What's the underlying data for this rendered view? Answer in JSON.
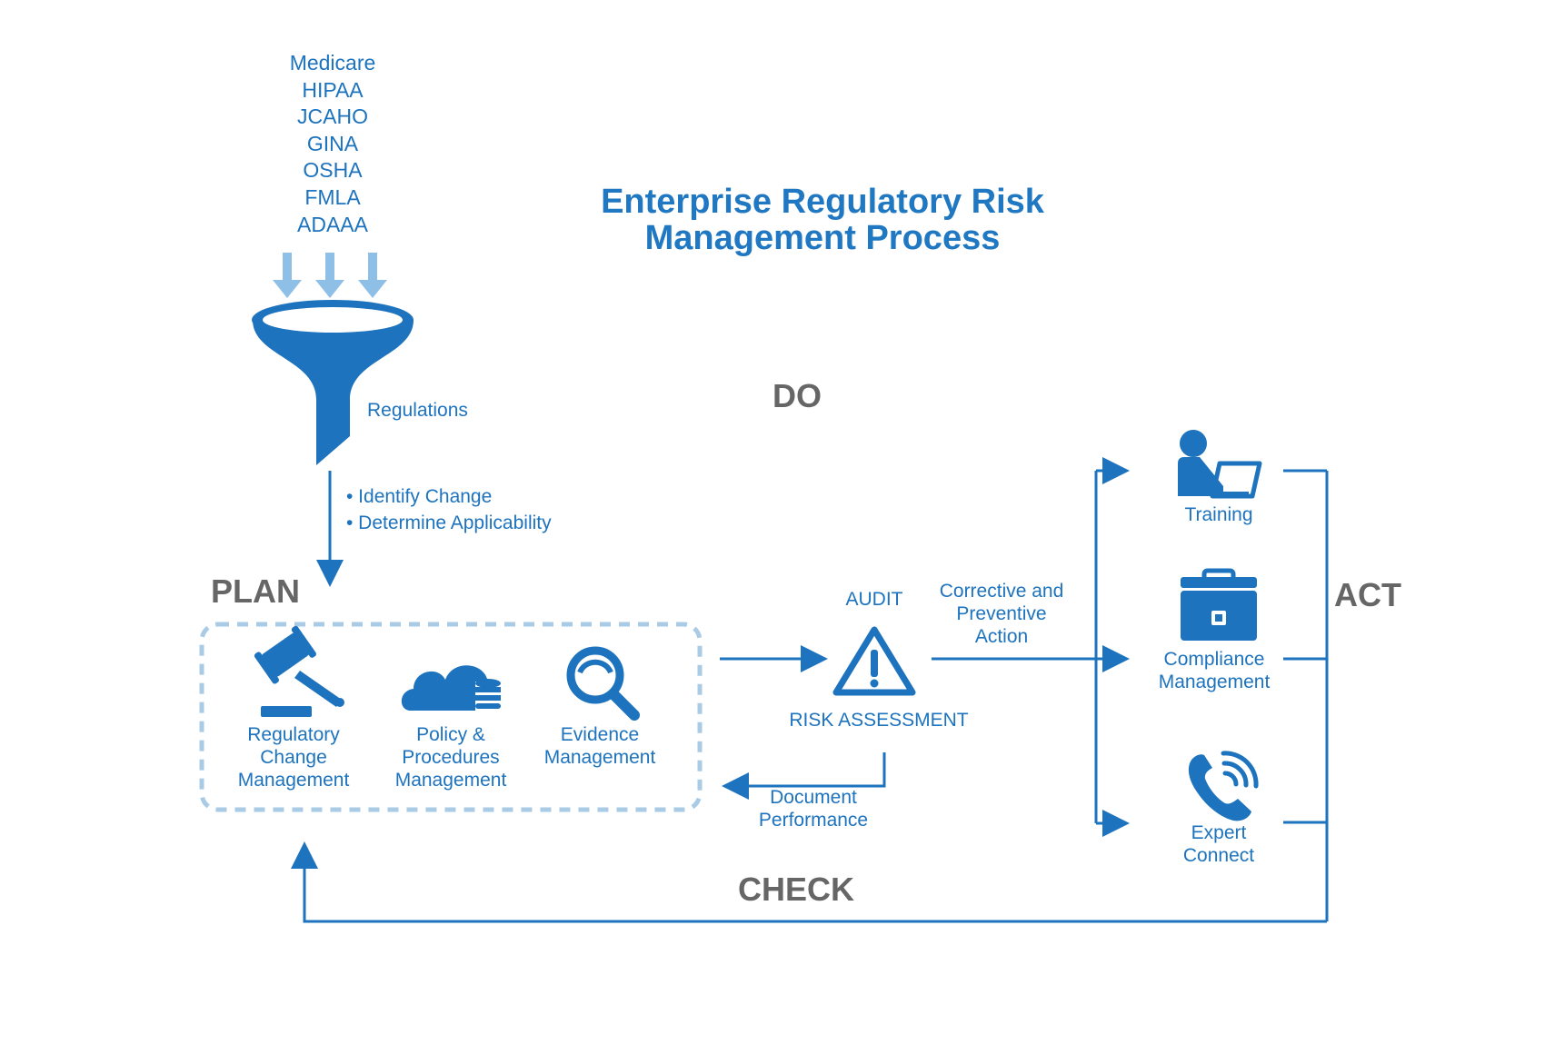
{
  "regulation_sources": [
    "Medicare",
    "HIPAA",
    "JCAHO",
    "GINA",
    "OSHA",
    "FMLA",
    "ADAAA"
  ],
  "title_lines": [
    "Enterprise Regulatory Risk",
    "Management Process"
  ],
  "funnel_label": "Regulations",
  "change_steps": [
    "• Identify Change",
    "• Determine Applicability"
  ],
  "phases": {
    "plan": "PLAN",
    "do": "DO",
    "check": "CHECK",
    "act": "ACT"
  },
  "plan_items": [
    {
      "icon": "gavel-icon",
      "label_lines": [
        "Regulatory",
        "Change",
        "Management"
      ]
    },
    {
      "icon": "cloud-database-icon",
      "label_lines": [
        "Policy &",
        "Procedures",
        "Management"
      ]
    },
    {
      "icon": "magnifier-icon",
      "label_lines": [
        "Evidence",
        "Management"
      ]
    }
  ],
  "audit": {
    "top_label": "AUDIT",
    "icon": "warning-icon",
    "bottom_label": "RISK ASSESSMENT"
  },
  "document_performance_lines": [
    "Document",
    "Performance"
  ],
  "corrective_action_lines": [
    "Corrective and",
    "Preventive",
    "Action"
  ],
  "act_items": [
    {
      "icon": "person-laptop-icon",
      "label_lines": [
        "Training"
      ]
    },
    {
      "icon": "briefcase-icon",
      "label_lines": [
        "Compliance",
        "Management"
      ]
    },
    {
      "icon": "phone-icon",
      "label_lines": [
        "Expert",
        "Connect"
      ]
    }
  ],
  "colors": {
    "primary": "#1d73bd",
    "light": "#8ebfe6",
    "dashed_box": "#a9cbe6",
    "phase_text": "#666666",
    "background": "#ffffff"
  }
}
